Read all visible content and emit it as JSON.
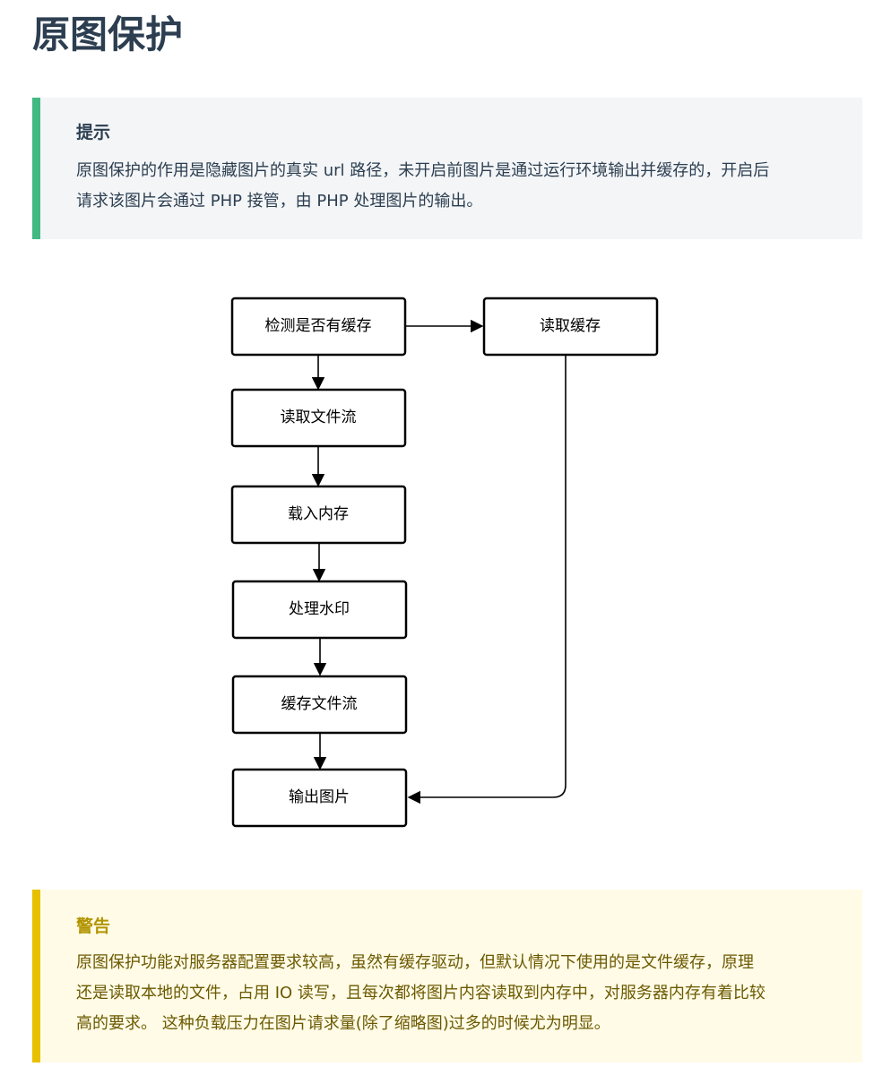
{
  "title": "原图保护",
  "tip": {
    "title": "提示",
    "lines": [
      "原图保护的作用是隐藏图片的真实 url 路径，未开启前图片是通过运行环境输出并缓存的，开启后",
      "请求该图片会通过 PHP 接管，由 PHP 处理图片的输出。"
    ]
  },
  "flowchart": {
    "nodes": [
      "检测是否有缓存",
      "读取文件流",
      "载入内存",
      "处理水印",
      "缓存文件流",
      "输出图片",
      "读取缓存"
    ]
  },
  "warning": {
    "title": "警告",
    "lines": [
      "原图保护功能对服务器配置要求较高，虽然有缓存驱动，但默认情况下使用的是文件缓存，原理",
      "还是读取本地的文件，占用 IO 读写，且每次都将图片内容读取到内存中，对服务器内存有着比较",
      "高的要求。 这种负载压力在图片请求量(除了缩略图)过多的时候尤为明显。"
    ]
  },
  "colors": {
    "tip_border": "#42b983",
    "tip_bg": "#f3f5f7",
    "warn_border": "#e7c000",
    "warn_bg": "#fffbe6",
    "warn_title": "#b29400",
    "warn_text": "#6b5900"
  }
}
